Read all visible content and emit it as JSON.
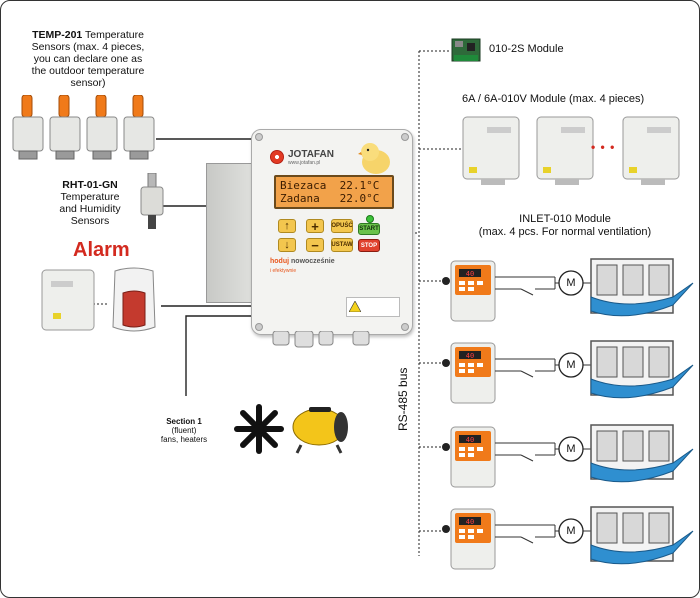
{
  "sensors": {
    "temp_title": "TEMP-201",
    "temp_desc_1": " Temperature",
    "temp_desc_2": "Sensors (max. 4 pieces,",
    "temp_desc_3": "you can declare one as",
    "temp_desc_4": "the outdoor temperature",
    "temp_desc_5": "sensor)",
    "rht_title": "RHT-01-GN",
    "rht_desc_1": "Temperature",
    "rht_desc_2": "and Humidity",
    "rht_desc_3": "Sensors"
  },
  "alarm": {
    "label": "Alarm"
  },
  "section": {
    "title": "Section 1",
    "line1": "(fluent)",
    "line2": "fans, heaters"
  },
  "controller": {
    "brand": "JOTAFAN",
    "website": "www.jotafan.pl",
    "lcd_line1": "Biezaca  22.1°C",
    "lcd_line2": "Zadana   22.0°C",
    "btn_opusc": "OPUŚĆ",
    "btn_start": "START",
    "btn_ustaw": "USTAW",
    "btn_stop": "STOP",
    "slogan_1": "hoduj",
    "slogan_2": "nowocześnie",
    "slogan_3": "i efektywnie"
  },
  "modules": {
    "m010_label": "010-2S Module",
    "m6a_label": "6A / 6A-010V Module (max. 4 pieces)",
    "dots": "• • •",
    "inlet_label_1": "INLET-010 Module",
    "inlet_label_2": "(max. 4 pcs. For normal ventilation)",
    "motor_label": "M",
    "inlet_display": "40"
  },
  "bus": {
    "label": "RS-485 bus"
  },
  "colors": {
    "accent_orange": "#f07a1a",
    "alarm_red": "#d32a1f",
    "lcd_bg": "#f2a24a",
    "water_blue": "#2f8fd0"
  }
}
